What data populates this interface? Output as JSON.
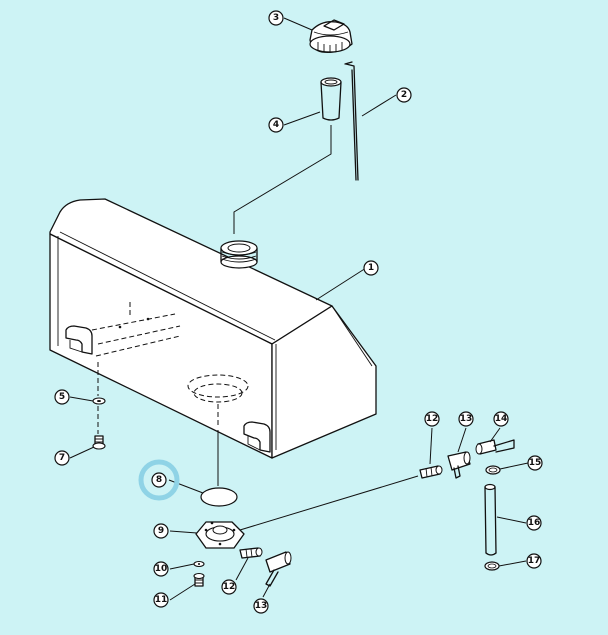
{
  "callouts": [
    {
      "id": "c1",
      "label": "1"
    },
    {
      "id": "c2",
      "label": "2"
    },
    {
      "id": "c3",
      "label": "3"
    },
    {
      "id": "c4",
      "label": "4"
    },
    {
      "id": "c5",
      "label": "5"
    },
    {
      "id": "c7",
      "label": "7"
    },
    {
      "id": "c8",
      "label": "8"
    },
    {
      "id": "c9",
      "label": "9"
    },
    {
      "id": "c10",
      "label": "10"
    },
    {
      "id": "c11",
      "label": "11"
    },
    {
      "id": "c12a",
      "label": "12"
    },
    {
      "id": "c12b",
      "label": "12"
    },
    {
      "id": "c13a",
      "label": "13"
    },
    {
      "id": "c13b",
      "label": "13"
    },
    {
      "id": "c14",
      "label": "14"
    },
    {
      "id": "c15",
      "label": "15"
    },
    {
      "id": "c16",
      "label": "16"
    },
    {
      "id": "c17",
      "label": "17"
    }
  ],
  "highlighted_callout": "8",
  "colors": {
    "background": "#cdf3f5",
    "highlight": "#8fd3e6",
    "line": "#111111"
  }
}
